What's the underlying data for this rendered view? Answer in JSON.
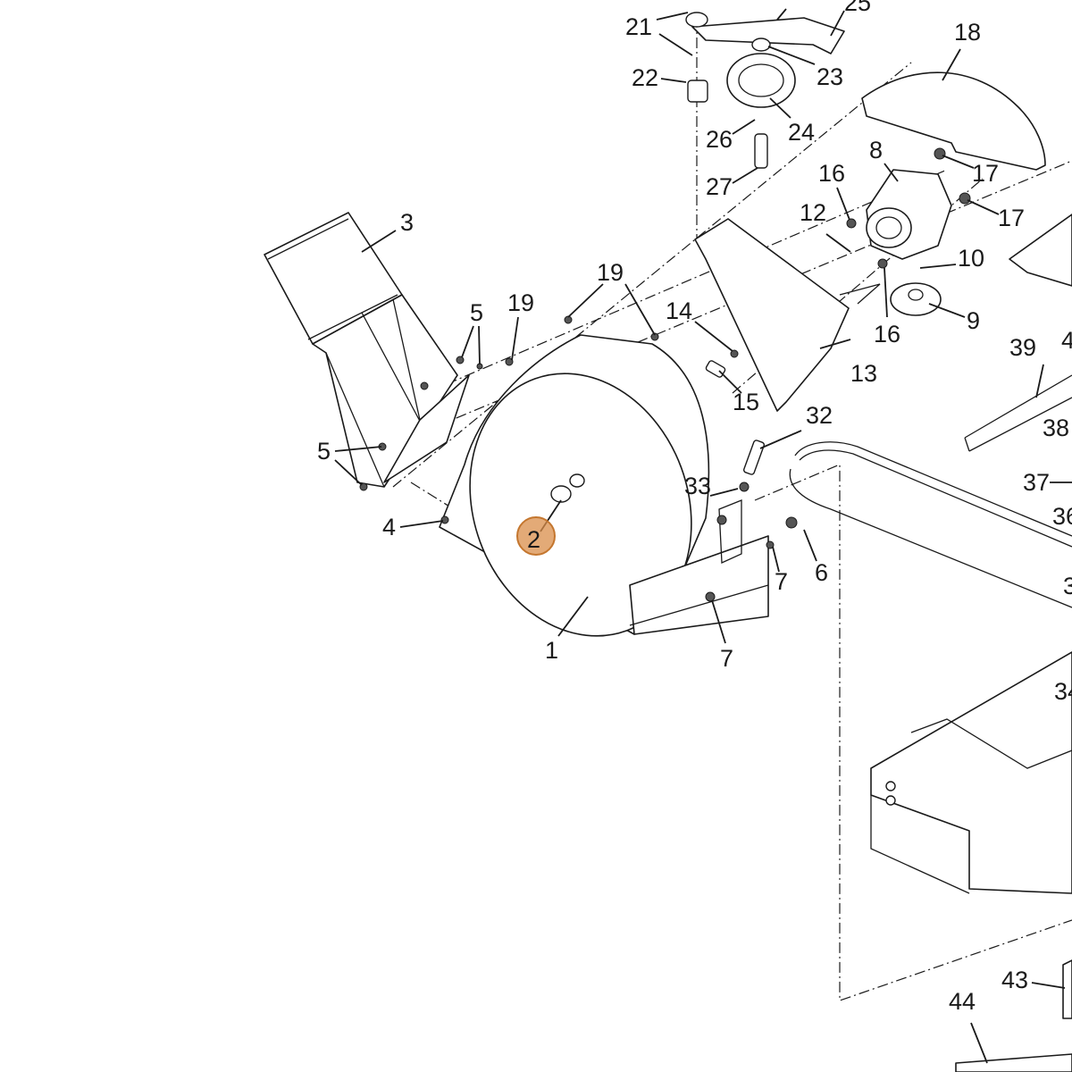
{
  "diagram": {
    "callouts": [
      "1",
      "2",
      "3",
      "4",
      "5",
      "5",
      "6",
      "7",
      "7",
      "8",
      "9",
      "10",
      "12",
      "13",
      "14",
      "15",
      "16",
      "16",
      "17",
      "17",
      "18",
      "19",
      "19",
      "21",
      "22",
      "23",
      "24",
      "25",
      "26",
      "27",
      "32",
      "33",
      "34",
      "36",
      "37",
      "38",
      "39",
      "43",
      "44",
      "3",
      "4"
    ],
    "highlight": {
      "label": "2",
      "color": "#d98e4a"
    }
  }
}
